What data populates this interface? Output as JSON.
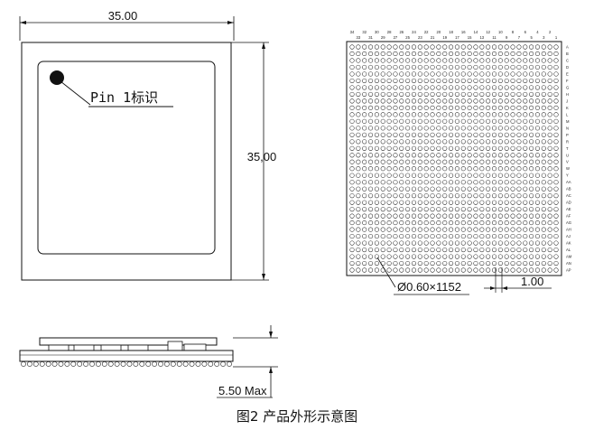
{
  "top_view": {
    "width_dim": "35.00",
    "height_dim": "35,00",
    "pin1_label": "Pin 1标识"
  },
  "bottom_view": {
    "col_labels_top": [
      "34",
      "32",
      "30",
      "28",
      "26",
      "24",
      "22",
      "20",
      "18",
      "16",
      "14",
      "12",
      "10",
      "8",
      "6",
      "4",
      "2"
    ],
    "col_labels_bottom": [
      "33",
      "31",
      "29",
      "27",
      "25",
      "23",
      "21",
      "19",
      "17",
      "15",
      "13",
      "11",
      "9",
      "7",
      "5",
      "3",
      "1"
    ],
    "row_labels": [
      "A",
      "B",
      "C",
      "D",
      "E",
      "F",
      "G",
      "H",
      "J",
      "K",
      "L",
      "M",
      "N",
      "P",
      "R",
      "T",
      "U",
      "V",
      "W",
      "Y",
      "AA",
      "AB",
      "AC",
      "AD",
      "AE",
      "AF",
      "AG",
      "AH",
      "AJ",
      "AK",
      "AL",
      "AM",
      "AN",
      "AP"
    ],
    "ball_spec": "Ø0.60×1152",
    "pitch_dim": "1.00"
  },
  "side_view": {
    "height_dim": "5.50 Max"
  },
  "caption": "图2 产品外形示意图"
}
